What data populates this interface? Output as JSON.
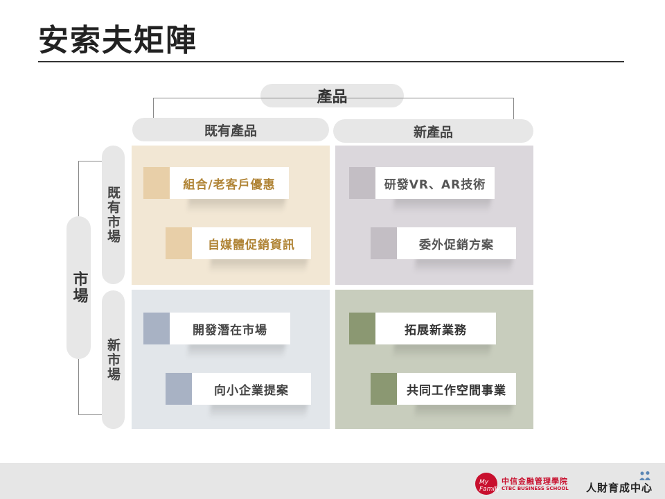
{
  "title": "安索夫矩陣",
  "axis": {
    "product_label": "產品",
    "market_label": "市場",
    "existing_product": "既有產品",
    "new_product": "新產品",
    "existing_market": "既有市場",
    "new_market": "新市場"
  },
  "quadrants": {
    "existing_existing": {
      "bg": "#f2e7d4",
      "accent": "#e8cfa8",
      "text_color": "#b08436",
      "items": [
        "組合/老客戶優惠",
        "自媒體促銷資訊"
      ]
    },
    "new_existing": {
      "bg": "#dbd7dc",
      "accent": "#c3bec4",
      "text_color": "#555555",
      "items": [
        "研發VR、AR技術",
        "委外促銷方案"
      ]
    },
    "existing_new": {
      "bg": "#e2e6ea",
      "accent": "#a8b2c4",
      "text_color": "#444444",
      "items": [
        "開發潛在市場",
        "向小企業提案"
      ]
    },
    "new_new": {
      "bg": "#c8cdbd",
      "accent": "#8b9872",
      "text_color": "#333333",
      "items": [
        "拓展新業務",
        "共同工作空間事業"
      ]
    }
  },
  "footer": {
    "ctbc_mark": "My Family",
    "ctbc_name_cn": "中信金融管理學院",
    "ctbc_name_en": "CTBC BUSINESS SCHOOL",
    "hr_center": "人財育成中心",
    "hr_icon": "people-icon"
  }
}
